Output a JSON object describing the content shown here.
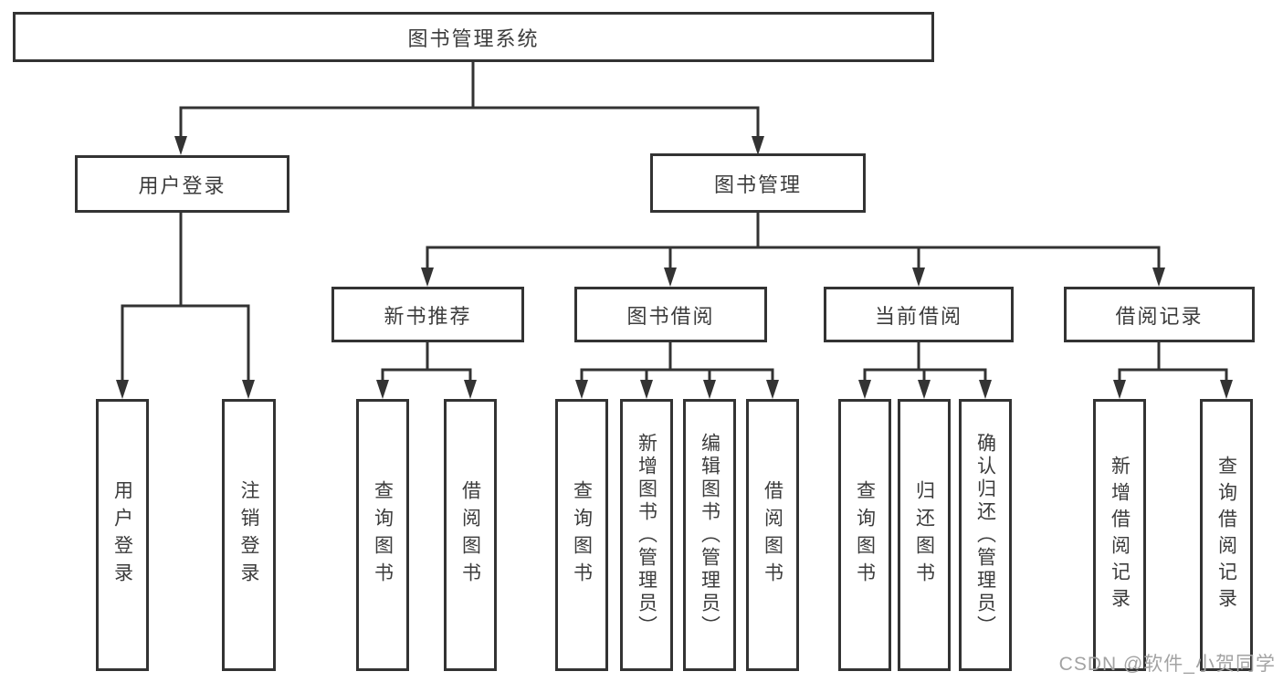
{
  "diagram": {
    "root": {
      "label": "图书管理系统"
    },
    "branches": [
      {
        "label": "用户登录",
        "children": [
          {
            "label": "用户登录"
          },
          {
            "label": "注销登录"
          }
        ]
      },
      {
        "label": "图书管理",
        "children": [
          {
            "label": "新书推荐",
            "children": [
              {
                "label": "查询图书"
              },
              {
                "label": "借阅图书"
              }
            ]
          },
          {
            "label": "图书借阅",
            "children": [
              {
                "label": "查询图书"
              },
              {
                "label": "新增图书（管理员）"
              },
              {
                "label": "编辑图书（管理员）"
              },
              {
                "label": "借阅图书"
              }
            ]
          },
          {
            "label": "当前借阅",
            "children": [
              {
                "label": "查询图书"
              },
              {
                "label": "归还图书"
              },
              {
                "label": "确认归还（管理员）"
              }
            ]
          },
          {
            "label": "借阅记录",
            "children": [
              {
                "label": "新增借阅记录"
              },
              {
                "label": "查询借阅记录"
              }
            ]
          }
        ]
      }
    ]
  },
  "watermark": {
    "text": "CSDN @软件_小贺同学"
  },
  "colors": {
    "line": "#333333",
    "text": "#3c3c3c",
    "watermark": "#a3a3a3",
    "background": "#ffffff"
  }
}
